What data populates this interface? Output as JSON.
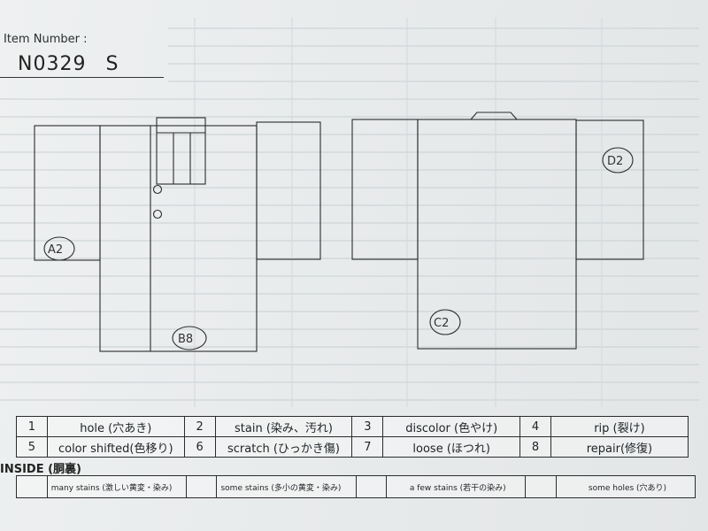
{
  "header": {
    "item_number_label": "Item Number :",
    "item_number": "N0329",
    "size": "S"
  },
  "diagram_marks": {
    "front_left_sleeve": "A2",
    "front_body": "B8",
    "back_body": "C2",
    "back_right_sleeve": "D2"
  },
  "legend": {
    "rows": [
      [
        {
          "num": "1",
          "text": "hole (穴あき)"
        },
        {
          "num": "2",
          "text": "stain (染み、汚れ)"
        },
        {
          "num": "3",
          "text": "discolor (色やけ)"
        },
        {
          "num": "4",
          "text": "rip (裂け)"
        }
      ],
      [
        {
          "num": "5",
          "text": "color shifted(色移り)"
        },
        {
          "num": "6",
          "text": "scratch (ひっかき傷)"
        },
        {
          "num": "7",
          "text": "loose (ほつれ)"
        },
        {
          "num": "8",
          "text": "repair(修復)"
        }
      ]
    ]
  },
  "inside": {
    "title": "INSIDE (胴裏)",
    "items": [
      "many stains (激しい黄変・染み)",
      "some stains (多小の黄変・染み)",
      "a few stains (若干の染み)",
      "some holes (穴あり)"
    ]
  }
}
